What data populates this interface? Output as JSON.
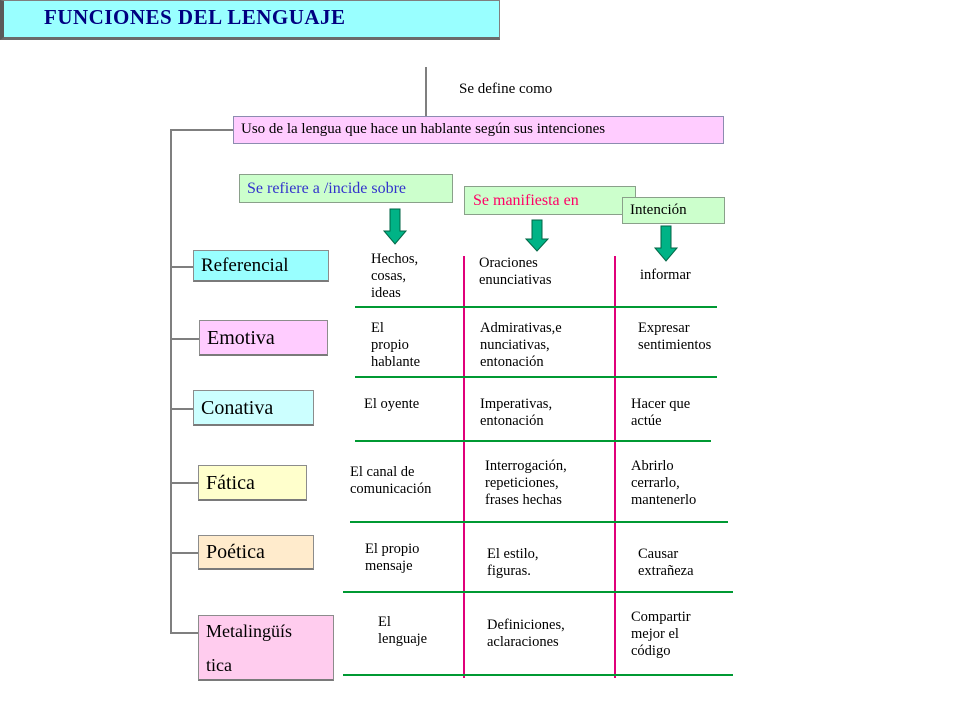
{
  "title": "FUNCIONES DEL LENGUAJE",
  "define_label": "Se define como",
  "definition": "Uso de la lengua que hace un hablante según sus intenciones",
  "column_headers": {
    "refers": "Se refiere a /incide sobre",
    "manifests": "Se manifiesta en",
    "intention": "Intención"
  },
  "functions": [
    {
      "name": "Referencial",
      "refers": [
        "Hechos,",
        "cosas,",
        "ideas"
      ],
      "manifests": [
        "Oraciones",
        "enunciativas"
      ],
      "intention": [
        "informar"
      ]
    },
    {
      "name": "Emotiva",
      "refers": [
        "El",
        "propio",
        "hablante"
      ],
      "manifests": [
        "Admirativas,e",
        "nunciativas,",
        "entonación"
      ],
      "intention": [
        "Expresar",
        "sentimientos"
      ]
    },
    {
      "name": "Conativa",
      "refers": [
        "El oyente"
      ],
      "manifests": [
        "Imperativas,",
        "entonación"
      ],
      "intention": [
        "Hacer que",
        "actúe"
      ]
    },
    {
      "name": "Fática",
      "refers": [
        "El canal de",
        "comunicación"
      ],
      "manifests": [
        "Interrogación,",
        "repeticiones,",
        "frases hechas"
      ],
      "intention": [
        "Abrirlo",
        "cerrarlo,",
        "mantenerlo"
      ]
    },
    {
      "name": "Poética",
      "refers": [
        "El propio",
        "mensaje"
      ],
      "manifests": [
        "El estilo,",
        "figuras."
      ],
      "intention": [
        "Causar",
        "extrañeza"
      ]
    },
    {
      "name": "Metalingüística",
      "name_lines": [
        "Metalingüís",
        "tica"
      ],
      "refers": [
        "El",
        "lenguaje"
      ],
      "manifests": [
        "Definiciones,",
        "aclaraciones"
      ],
      "intention": [
        "Compartir",
        "mejor el",
        "código"
      ]
    }
  ],
  "colors": {
    "title_bg": "#99ffff",
    "title_text": "#000080",
    "definition_bg": "#ffccff",
    "header_bg": "#ccffcc",
    "refers_text": "#3333cc",
    "manifests_text": "#ff0066",
    "row_divider": "#009933",
    "column_divider": "#e0007a",
    "arrow": "#00b386",
    "referencial_bg": "#99ffff",
    "emotiva_bg": "#ffccff",
    "conativa_bg": "#ccffff",
    "fatica_bg": "#ffffcc",
    "poetica_bg": "#ffebcc",
    "metalinguistica_bg": "#ffccee"
  }
}
